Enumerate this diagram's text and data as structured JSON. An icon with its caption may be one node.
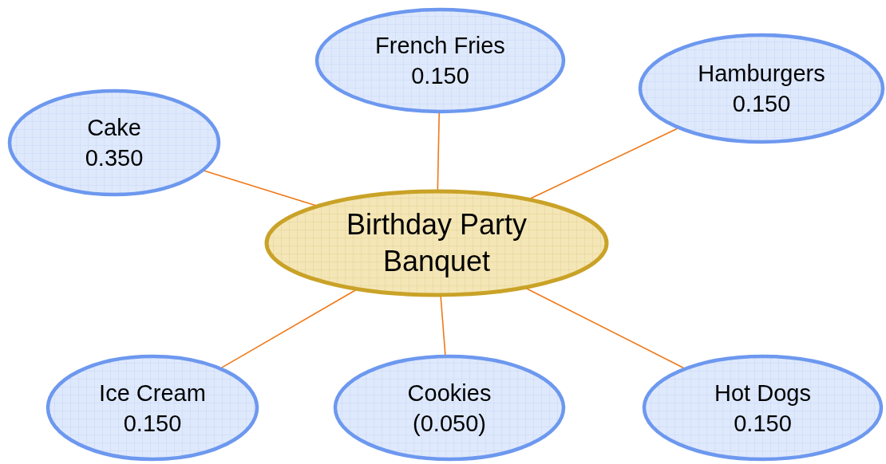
{
  "diagram": {
    "nodes": [
      {
        "text": [
          "French Fries",
          "0.150"
        ]
      },
      {
        "text": [
          "Hamburgers",
          "0.150"
        ]
      },
      {
        "text": [
          "Cake",
          "0.350"
        ]
      },
      {
        "text": [
          "Birthday Party Banquet"
        ]
      },
      {
        "text": [
          "Ice Cream",
          "0.150"
        ]
      },
      {
        "text": [
          "Cookies",
          "(0.050)"
        ]
      },
      {
        "text": [
          "Hot Dogs",
          "0.150"
        ]
      }
    ],
    "edges": [
      {
        "from": 3,
        "to": 0,
        "arrow": "none"
      },
      {
        "from": 3,
        "to": 1,
        "arrow": "none"
      },
      {
        "from": 3,
        "to": 2,
        "arrow": "none"
      },
      {
        "from": 3,
        "to": 4,
        "arrow": "none"
      },
      {
        "from": 3,
        "to": 5,
        "arrow": "none"
      },
      {
        "from": 3,
        "to": 6,
        "arrow": "none"
      }
    ]
  }
}
